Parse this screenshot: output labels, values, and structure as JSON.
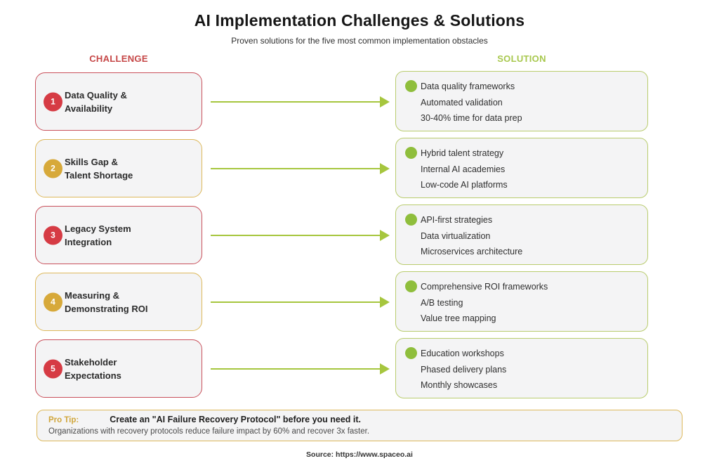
{
  "header": {
    "title": "AI Implementation Challenges & Solutions",
    "subtitle": "Proven solutions for the five most common implementation obstacles",
    "challenge_column_label": "CHALLENGE",
    "solution_column_label": "SOLUTION"
  },
  "rows": [
    {
      "number": "1",
      "accent": "red",
      "challenge_line1": "Data Quality &",
      "challenge_line2": "Availability",
      "solutions": [
        "Data quality frameworks",
        "Automated validation",
        "30-40% time for data prep"
      ]
    },
    {
      "number": "2",
      "accent": "gold",
      "challenge_line1": "Skills Gap &",
      "challenge_line2": "Talent Shortage",
      "solutions": [
        "Hybrid talent strategy",
        "Internal AI academies",
        "Low-code AI platforms"
      ]
    },
    {
      "number": "3",
      "accent": "red",
      "challenge_line1": "Legacy System",
      "challenge_line2": "Integration",
      "solutions": [
        "API-first strategies",
        "Data virtualization",
        "Microservices architecture"
      ]
    },
    {
      "number": "4",
      "accent": "gold",
      "challenge_line1": "Measuring &",
      "challenge_line2": "Demonstrating ROI",
      "solutions": [
        "Comprehensive ROI frameworks",
        "A/B testing",
        "Value tree mapping"
      ]
    },
    {
      "number": "5",
      "accent": "red",
      "challenge_line1": "Stakeholder",
      "challenge_line2": "Expectations",
      "solutions": [
        "Education workshops",
        "Phased delivery plans",
        "Monthly showcases"
      ]
    }
  ],
  "pro_tip": {
    "label": "Pro Tip:",
    "title": "Create an \"AI Failure Recovery Protocol\" before you need it.",
    "body": "Organizations with recovery protocols reduce failure impact by 60% and recover 3x faster."
  },
  "footer": {
    "source": "Source: https://www.spaceo.ai"
  },
  "colors": {
    "challenge_header": "#c64747",
    "solution_header": "#a8c84e",
    "red_accent": "#d63b44",
    "gold_accent": "#d7a93a",
    "red_border": "#c9505b",
    "gold_border": "#ddb85a",
    "solution_border": "#b9cc6e",
    "solution_dot": "#8fbe3c",
    "arrow": "#a6c63e",
    "box_background": "#f4f4f5"
  }
}
